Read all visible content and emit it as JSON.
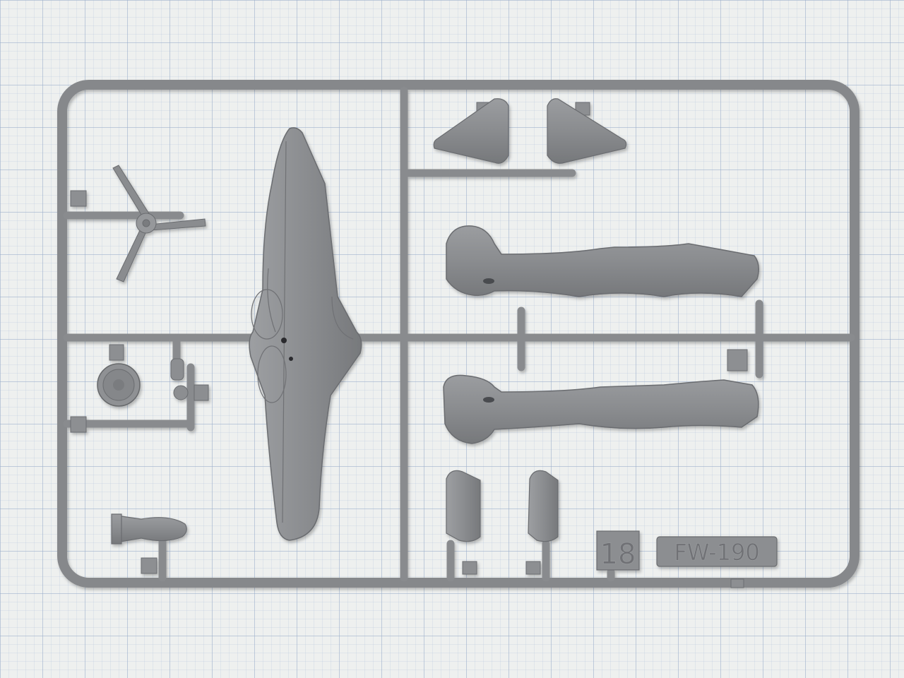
{
  "scene": {
    "subject": "plastic-model-sprue",
    "colors": {
      "paper": "#eef0ef",
      "grid": "#a9bad2",
      "plastic": "#8c8e91",
      "plastic_light": "#a4a6a9",
      "plastic_dark": "#5f6164"
    }
  },
  "molded_text": {
    "part_number": "18",
    "model_label": "FW-190"
  }
}
